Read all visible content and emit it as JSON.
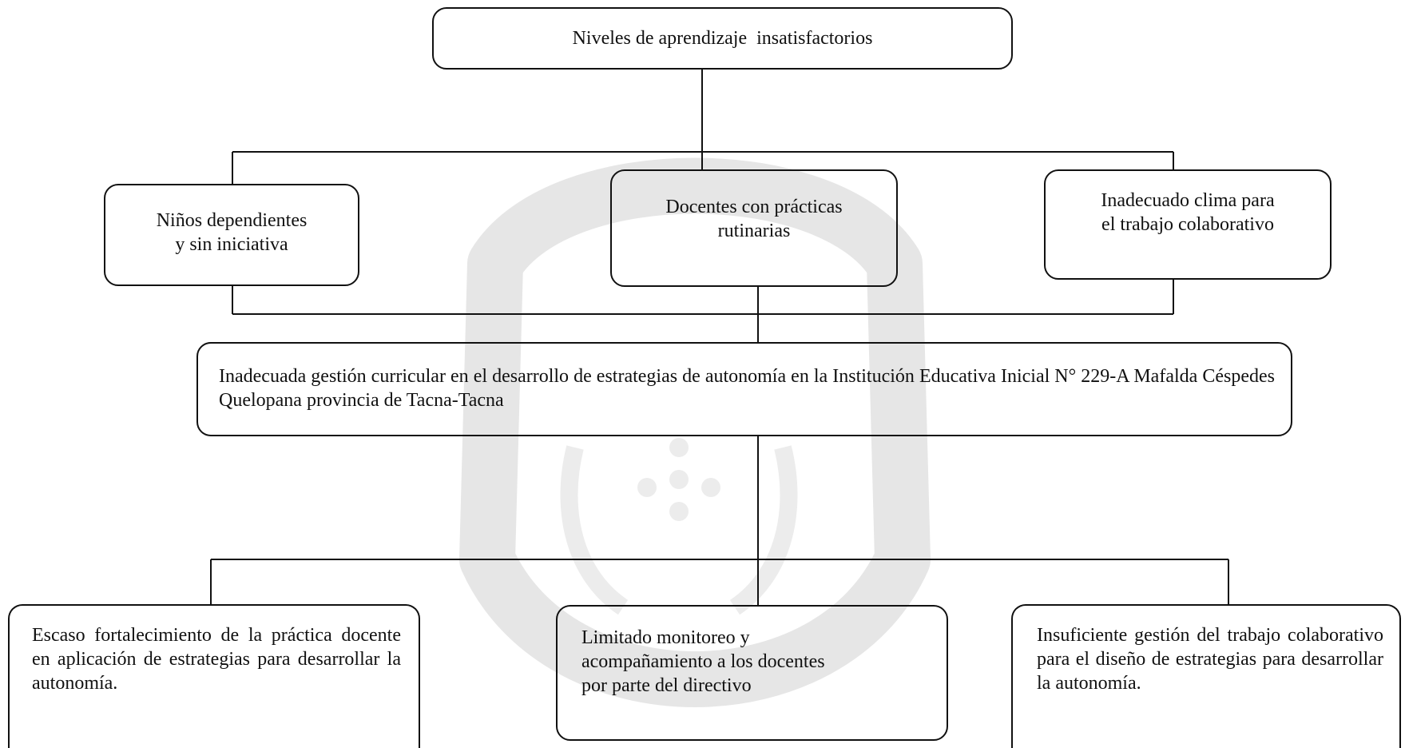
{
  "diagram": {
    "top": "Niveles de aprendizaje  insatisfactorios",
    "middle_row": [
      "Niños dependientes\ny sin iniciativa",
      "Docentes con prácticas\nrutinarias",
      "Inadecuado clima para\nel trabajo colaborativo"
    ],
    "core_problem": "Inadecuada gestión curricular en el desarrollo de estrategias de autonomía en la Institución Educativa Inicial  N° 229-A Mafalda Céspedes Quelopana provincia de Tacna-Tacna",
    "causes": [
      "Escaso fortalecimiento de la práctica docente en aplicación de estrategias para desarrollar la autonomía.",
      "Limitado monitoreo y\nacompañamiento a los docentes\npor parte del directivo",
      "Insuficiente gestión del trabajo colaborativo para el diseño de estrategias para desarrollar la autonomía."
    ]
  },
  "colors": {
    "stroke": "#111111",
    "watermark": "#e2e2e2"
  }
}
